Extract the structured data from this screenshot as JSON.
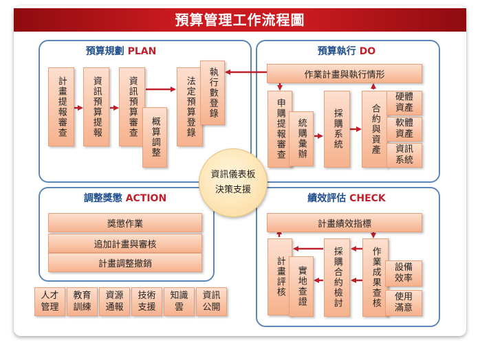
{
  "title": "預算管理工作流程圖",
  "plan": {
    "title_zh": "預算規劃",
    "title_en": "PLAN",
    "boxes": [
      "計畫提報審查",
      "資訊預算提報",
      "資訊預算審查",
      "概算調整",
      "法定預算登錄",
      "執行數登錄"
    ]
  },
  "do": {
    "title_zh": "預算執行",
    "title_en": "DO",
    "top": "作業計畫與執行情形",
    "boxes": [
      "申購提報審查",
      "統購彙辦",
      "採購系統",
      "合約與資產",
      "硬體資產",
      "軟體資產",
      "資訊系統"
    ]
  },
  "center": {
    "line1": "資訊儀表板",
    "line2": "決策支援"
  },
  "action": {
    "title_zh": "調整獎懲",
    "title_en": "ACTION",
    "rows": [
      "獎懲作業",
      "追加計畫與審核",
      "計畫調整撤銷"
    ]
  },
  "check": {
    "title_zh": "績效評估",
    "title_en": "CHECK",
    "top": "計畫績效指標",
    "boxes": [
      "計畫評核",
      "實地查證",
      "採購合約檢討",
      "作業成果查核",
      "設備效率",
      "使用滿意"
    ]
  },
  "bottom": [
    "人才\n管理",
    "教育\n訓練",
    "資源\n通報",
    "技術\n支援",
    "知識\n雲",
    "資訊\n公開"
  ]
}
